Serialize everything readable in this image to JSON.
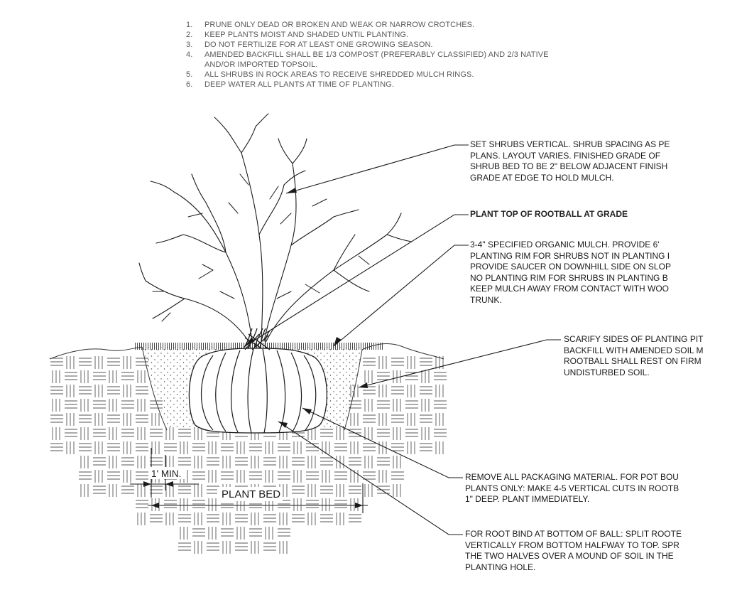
{
  "notes": [
    {
      "num": "1.",
      "text": "PRUNE ONLY DEAD OR BROKEN AND WEAK OR NARROW CROTCHES."
    },
    {
      "num": "2.",
      "text": "KEEP PLANTS MOIST AND SHADED UNTIL PLANTING."
    },
    {
      "num": "3.",
      "text": "DO NOT FERTILIZE FOR AT LEAST ONE GROWING SEASON."
    },
    {
      "num": "4.",
      "text": "AMENDED BACKFILL SHALL BE 1/3 COMPOST (PREFERABLY CLASSIFIED) AND 2/3 NATIVE\nAND/OR IMPORTED TOPSOIL."
    },
    {
      "num": "5.",
      "text": "ALL SHRUBS IN ROCK AREAS TO RECEIVE SHREDDED MULCH RINGS."
    },
    {
      "num": "6.",
      "text": "DEEP WATER ALL PLANTS AT TIME OF PLANTING."
    }
  ],
  "callouts": {
    "set_shrubs": "SET SHRUBS VERTICAL. SHRUB SPACING AS PE\nPLANS. LAYOUT VARIES. FINISHED GRADE OF\nSHRUB BED TO BE 2\" BELOW ADJACENT FINISH\nGRADE AT EDGE TO HOLD MULCH.",
    "plant_top": "PLANT TOP OF ROOTBALL AT GRADE",
    "mulch": "3-4\" SPECIFIED ORGANIC MULCH. PROVIDE 6'\nPLANTING RIM FOR SHRUBS NOT IN PLANTING I\nPROVIDE SAUCER ON DOWNHILL SIDE ON SLOP\nNO PLANTING RIM FOR SHRUBS IN PLANTING B\nKEEP MULCH AWAY FROM CONTACT WITH WOO\nTRUNK.",
    "scarify": "SCARIFY SIDES OF PLANTING PIT\nBACKFILL WITH AMENDED SOIL M\nROOTBALL SHALL REST ON FIRM\nUNDISTURBED SOIL.",
    "packaging": "REMOVE ALL PACKAGING MATERIAL. FOR POT BOU\nPLANTS ONLY: MAKE 4-5 VERTICAL CUTS IN ROOTB\n1\" DEEP. PLANT IMMEDIATELY.",
    "root_bind": "FOR ROOT BIND AT BOTTOM OF BALL: SPLIT ROOTE\nVERTICALLY FROM BOTTOM HALFWAY TO TOP. SPR\nTHE TWO HALVES OVER A MOUND OF SOIL IN THE\nPLANTING HOLE."
  },
  "dimensions": {
    "min_label": "1' MIN.",
    "bed_label": "PLANT BED"
  }
}
